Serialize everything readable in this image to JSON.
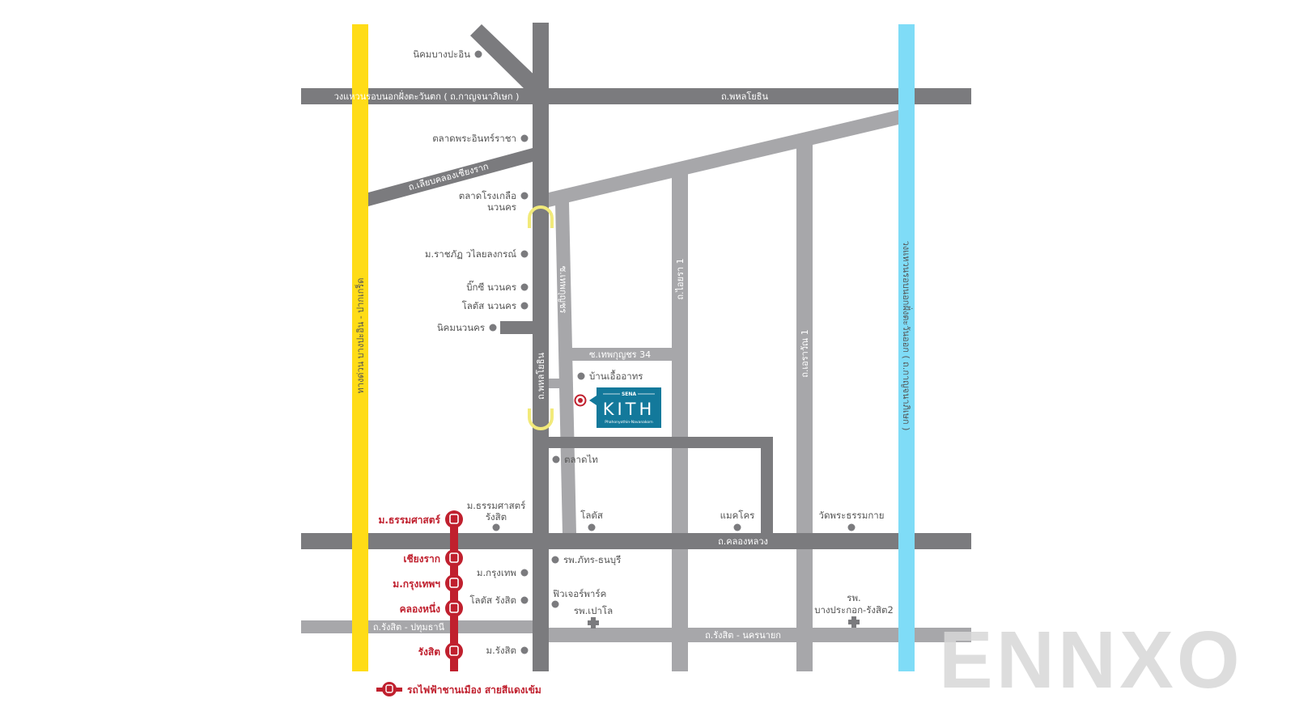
{
  "colors": {
    "dark_road": "#7b7b7e",
    "light_road": "#a7a7aa",
    "expressway": "#ffdc17",
    "ring_road_east": "#7fdcf7",
    "red_line": "#c0202e",
    "logo_bg": "#13799b",
    "poi": "#7b7b7e"
  },
  "roads": {
    "expressway": "ทางด่วน บางปะอิน - ปากเกร็ด",
    "outer_ring_west": "วงแหวนรอบนอกฝั่งตะวันตก ( ถ.กาญจนาภิเษก )",
    "phahon_top": "ถ.พหลโยธิน",
    "phahon_vertical": "ถ.พหลโยธิน",
    "liap_khlong": "ถ.เลียบคลองเชียงราก",
    "soi_thepkunchon": "ซ.เทพกุญชร",
    "soi_thepkunchon_34": "ซ.เทพกุญชร 34",
    "aiyara_1": "ถ.ไอยรา 1",
    "erawan_1": "ถ.เอราวัณ 1",
    "outer_ring_east": "วงแหวนรอบนอกฝั่งตะวันออก ( ถ.กาญจนาภิเษก )",
    "khlong_luang": "ถ.คลองหลวง",
    "rangsit_pathum": "ถ.รังสิต - ปทุมธานี",
    "rangsit_nakhon_nayok": "ถ.รังสิต - นครนายก"
  },
  "pois": {
    "nikom_bangpa_in": "นิคมบางปะอิน",
    "talat_phra_in": "ตลาดพระอินทร์ราชา",
    "talat_rong_kluea_1": "ตลาดโรงเกลือ",
    "talat_rong_kluea_2": "นวนคร",
    "rajabhat": "ม.ราชภัฏ วไลยลงกรณ์",
    "bigc": "บิ๊กซี นวนคร",
    "lotus_navanakorn": "โลตัส นวนคร",
    "nikom_navanakorn": "นิคมนวนคร",
    "baan_uea_athon": "บ้านเอื้ออาทร",
    "talat_thai": "ตลาดไท",
    "thammasat_1": "ม.ธรรมศาสตร์",
    "thammasat_2": "รังสิต",
    "lotus": "โลตัส",
    "makro": "แมคโคร",
    "wat_dhammakaya": "วัดพระธรรมกาย",
    "phat_thon": "รพ.ภัทร-ธนบุรี",
    "bangkok_u": "ม.กรุงเทพ",
    "future_park": "ฟิวเจอร์พาร์ค",
    "lotus_rangsit": "โลตัส รังสิต",
    "paolo": "รพ.เปาโล",
    "rangsit_u": "ม.รังสิต",
    "bangpakok_1": "รพ.",
    "bangpakok_2": "บางประกอก-รังสิต2"
  },
  "stations": [
    "ม.ธรรมศาสตร์",
    "เชียงราก",
    "ม.กรุงเทพฯ",
    "คลองหนึ่ง",
    "รังสิต"
  ],
  "legend": {
    "red_line": "รถไฟฟ้าชานเมือง สายสีแดงเข้ม",
    "icon": "train-icon"
  },
  "project": {
    "brand_top": "SENA",
    "brand": "KITH",
    "subtitle": "Phahonyothin-Navanakorn"
  },
  "watermark": "ENNXO"
}
